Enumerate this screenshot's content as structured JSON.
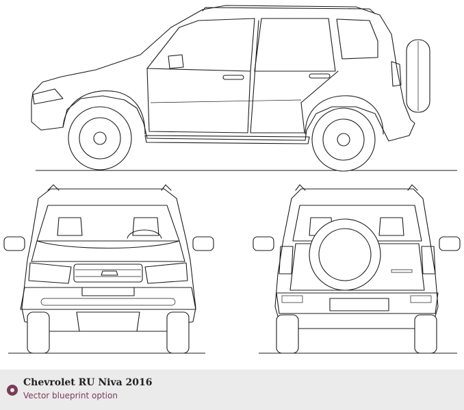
{
  "caption": {
    "title": "Chevrolet RU Niva 2016",
    "subtitle": "Vector blueprint option",
    "icon": "ring-bullet-icon",
    "accent_color": "#7a3b5a"
  },
  "views": [
    {
      "name": "side-view"
    },
    {
      "name": "front-view"
    },
    {
      "name": "rear-view"
    }
  ]
}
